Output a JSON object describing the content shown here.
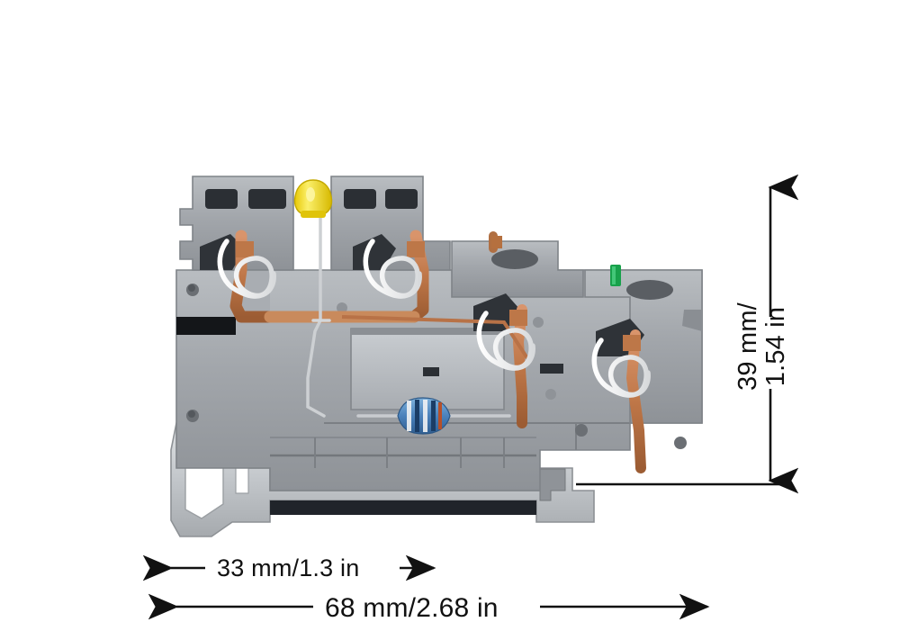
{
  "image": {
    "subject": "din-rail-terminal-block-cutaway",
    "background_color": "#ffffff"
  },
  "dimensions": {
    "height": {
      "label": "39 mm/\n1.54 in",
      "value_mm": 39,
      "value_in": 1.54,
      "orientation": "vertical",
      "name": "overall-height"
    },
    "body_width": {
      "label": "33 mm/1.3 in",
      "value_mm": 33,
      "value_in": 1.3,
      "orientation": "horizontal",
      "name": "body-width"
    },
    "total_width": {
      "label": "68 mm/2.68 in",
      "value_mm": 68,
      "value_in": 2.68,
      "orientation": "horizontal",
      "name": "overall-width"
    }
  },
  "product": {
    "housing_color": "#9fa3a8",
    "housing_color_light": "#c3c7cb",
    "housing_color_dark": "#6e7276",
    "led_color": "#f2d312",
    "led_lead_color": "#f0901e",
    "busbar_color": "#c07a4e",
    "clamp_spring_color": "#f2f2f2",
    "resistor_body_color": "#4f86c0",
    "marker_color": "#18a14b",
    "components": [
      {
        "name": "led-indicator",
        "color": "#f2d312"
      },
      {
        "name": "led-lead-insulated",
        "color": "#f0901e"
      },
      {
        "name": "resistor",
        "color": "#4f86c0"
      },
      {
        "name": "copper-busbar",
        "color": "#c07a4e"
      },
      {
        "name": "cage-clamp-spring",
        "color": "#f2f2f2"
      },
      {
        "name": "green-marker-tab",
        "color": "#18a14b"
      },
      {
        "name": "din-rail-foot",
        "color": "#b6babe"
      }
    ]
  }
}
